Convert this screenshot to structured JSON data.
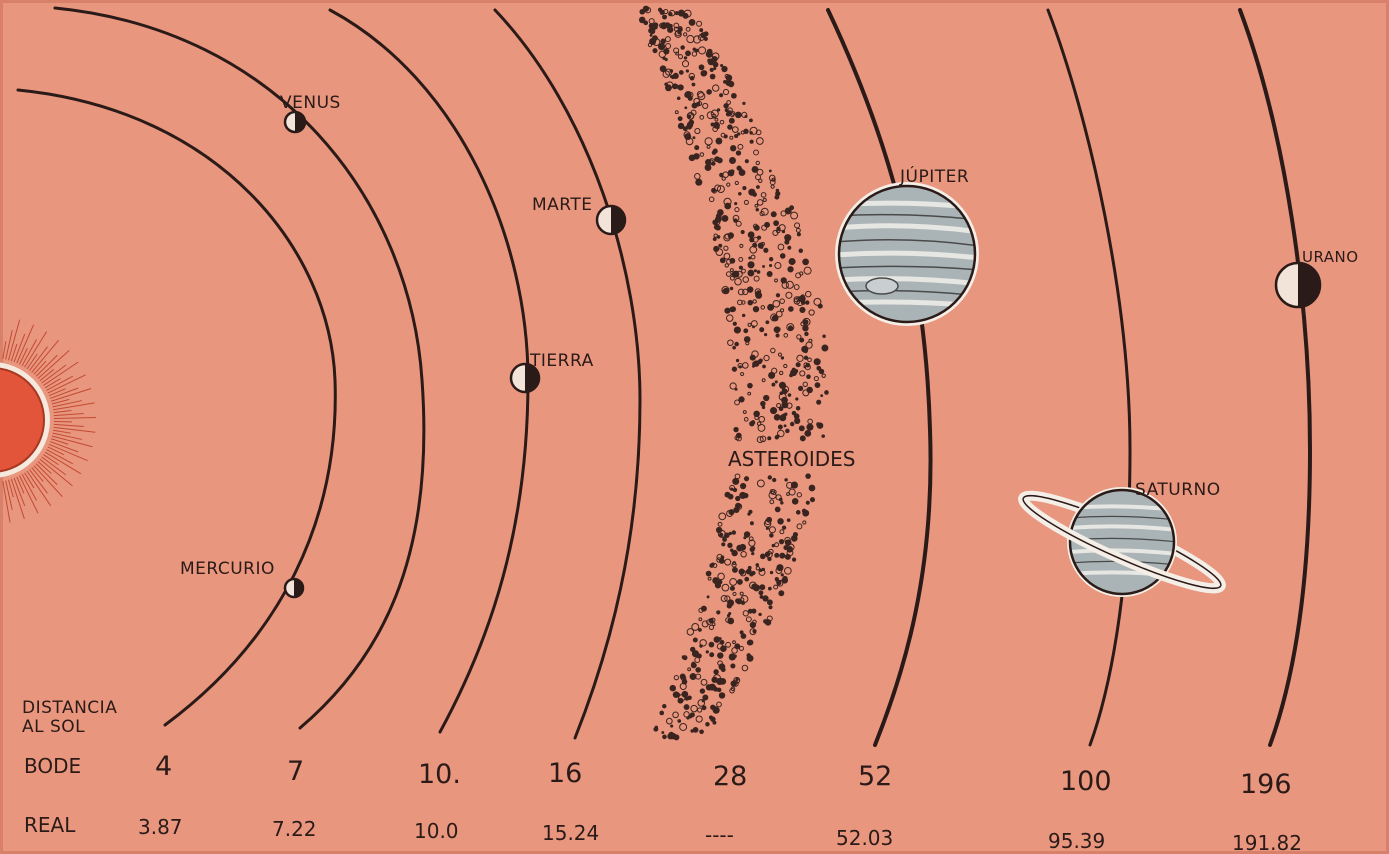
{
  "planets": {
    "mercurio": "MERCURIO",
    "venus": "VENUS",
    "tierra": "TIERRA",
    "marte": "MARTE",
    "jupiter": "JÚPITER",
    "saturno": "SATURNO",
    "urano": "URANO"
  },
  "asteroides": "ASTEROIDES",
  "table": {
    "heading_line1": "DISTANCIA",
    "heading_line2": "AL SOL",
    "bode_label": "BODE",
    "real_label": "REAL",
    "bode": [
      "4",
      "7",
      "10.",
      "16",
      "28",
      "52",
      "100",
      "196"
    ],
    "real": [
      "3.87",
      "7.22",
      "10.0",
      "15.24",
      "----",
      "52.03",
      "95.39",
      "191.82"
    ]
  },
  "colors": {
    "background": "#e9967e",
    "ink": "#2a1a18",
    "sun": "#e2553a",
    "planet_fill": "#b9c0c2"
  }
}
